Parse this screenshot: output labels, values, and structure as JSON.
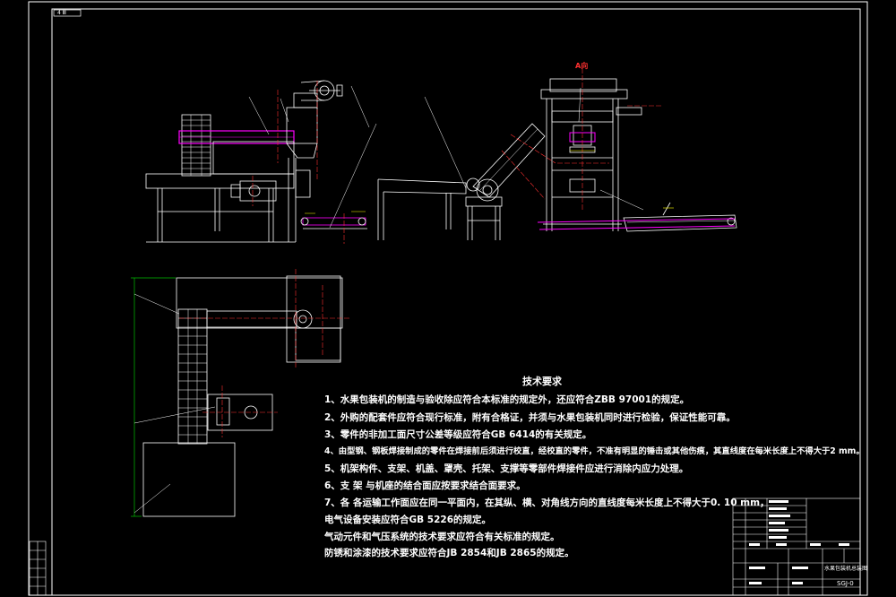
{
  "drawing": {
    "corner_tag": "4 Ⅲ",
    "view_label": "A向",
    "colors": {
      "background": "#000000",
      "outline": "#ffffff",
      "dimension": "#00c000",
      "center": "#ff3030",
      "accent": "#ff00ff",
      "hidden": "#ffff00"
    }
  },
  "tech_requirements": {
    "title": "技术要求",
    "items": [
      "1、水果包装机的制造与验收除应符合本标准的规定外，还应符合ZBB 97001的规定。",
      "2、外购的配套件应符合现行标准，附有合格证，并须与水果包装机同时进行检验，保证性能可靠。",
      "3、零件的非加工面尺寸公差等级应符合GB 6414的有关规定。",
      "4、由型钢、钢板焊接制成的零件在焊接前后须进行校直，经校直的零件，不准有明显的锤击或其他伤痕，其直线度在每米长度上不得大于2 mm。",
      "5、机架构件、支架、机盖、罩壳、托架、支撑等零部件焊接件应进行消除内应力处理。",
      "6、支 架 与机座的结合面应按要求结合面要求。",
      "7、各 各运输工作面应在同一平面内，在其纵、横、对角线方向的直线度每米长度上不得大于0. 10 mm，",
      "电气设备安装应符合GB 5226的规定。",
      "气动元件和气压系统的技术要求应符合有关标准的规定。",
      "防锈和涂漆的技术要求应符合JB 2854和JB 2865的规定。"
    ]
  },
  "title_block": {
    "name": "水果包装机总装图",
    "code": "SGJ-0"
  }
}
